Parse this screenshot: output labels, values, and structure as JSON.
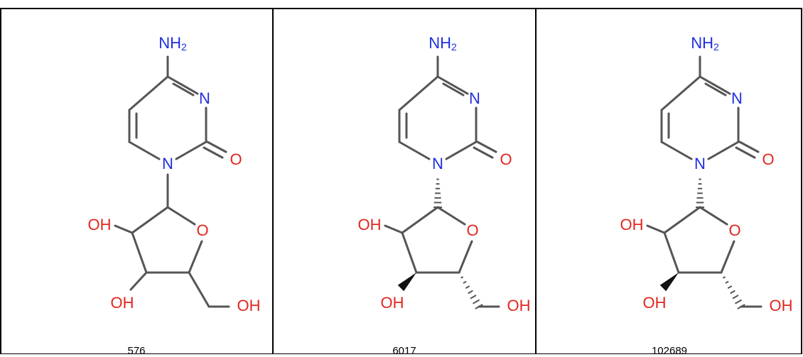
{
  "colors": {
    "nitrogen": "#1f2ee0",
    "oxygen": "#e0261f",
    "bond": "#555555",
    "border": "#000000"
  },
  "atoms": {
    "amine": "NH",
    "amine_sub": "2",
    "ring_n": "N",
    "carbonyl_o": "O",
    "ring_o": "O",
    "hydroxyl": "OH"
  },
  "panels": [
    {
      "id": "576",
      "stereo": false
    },
    {
      "id": "6017",
      "stereo": true
    },
    {
      "id": "102689",
      "stereo": true
    }
  ]
}
